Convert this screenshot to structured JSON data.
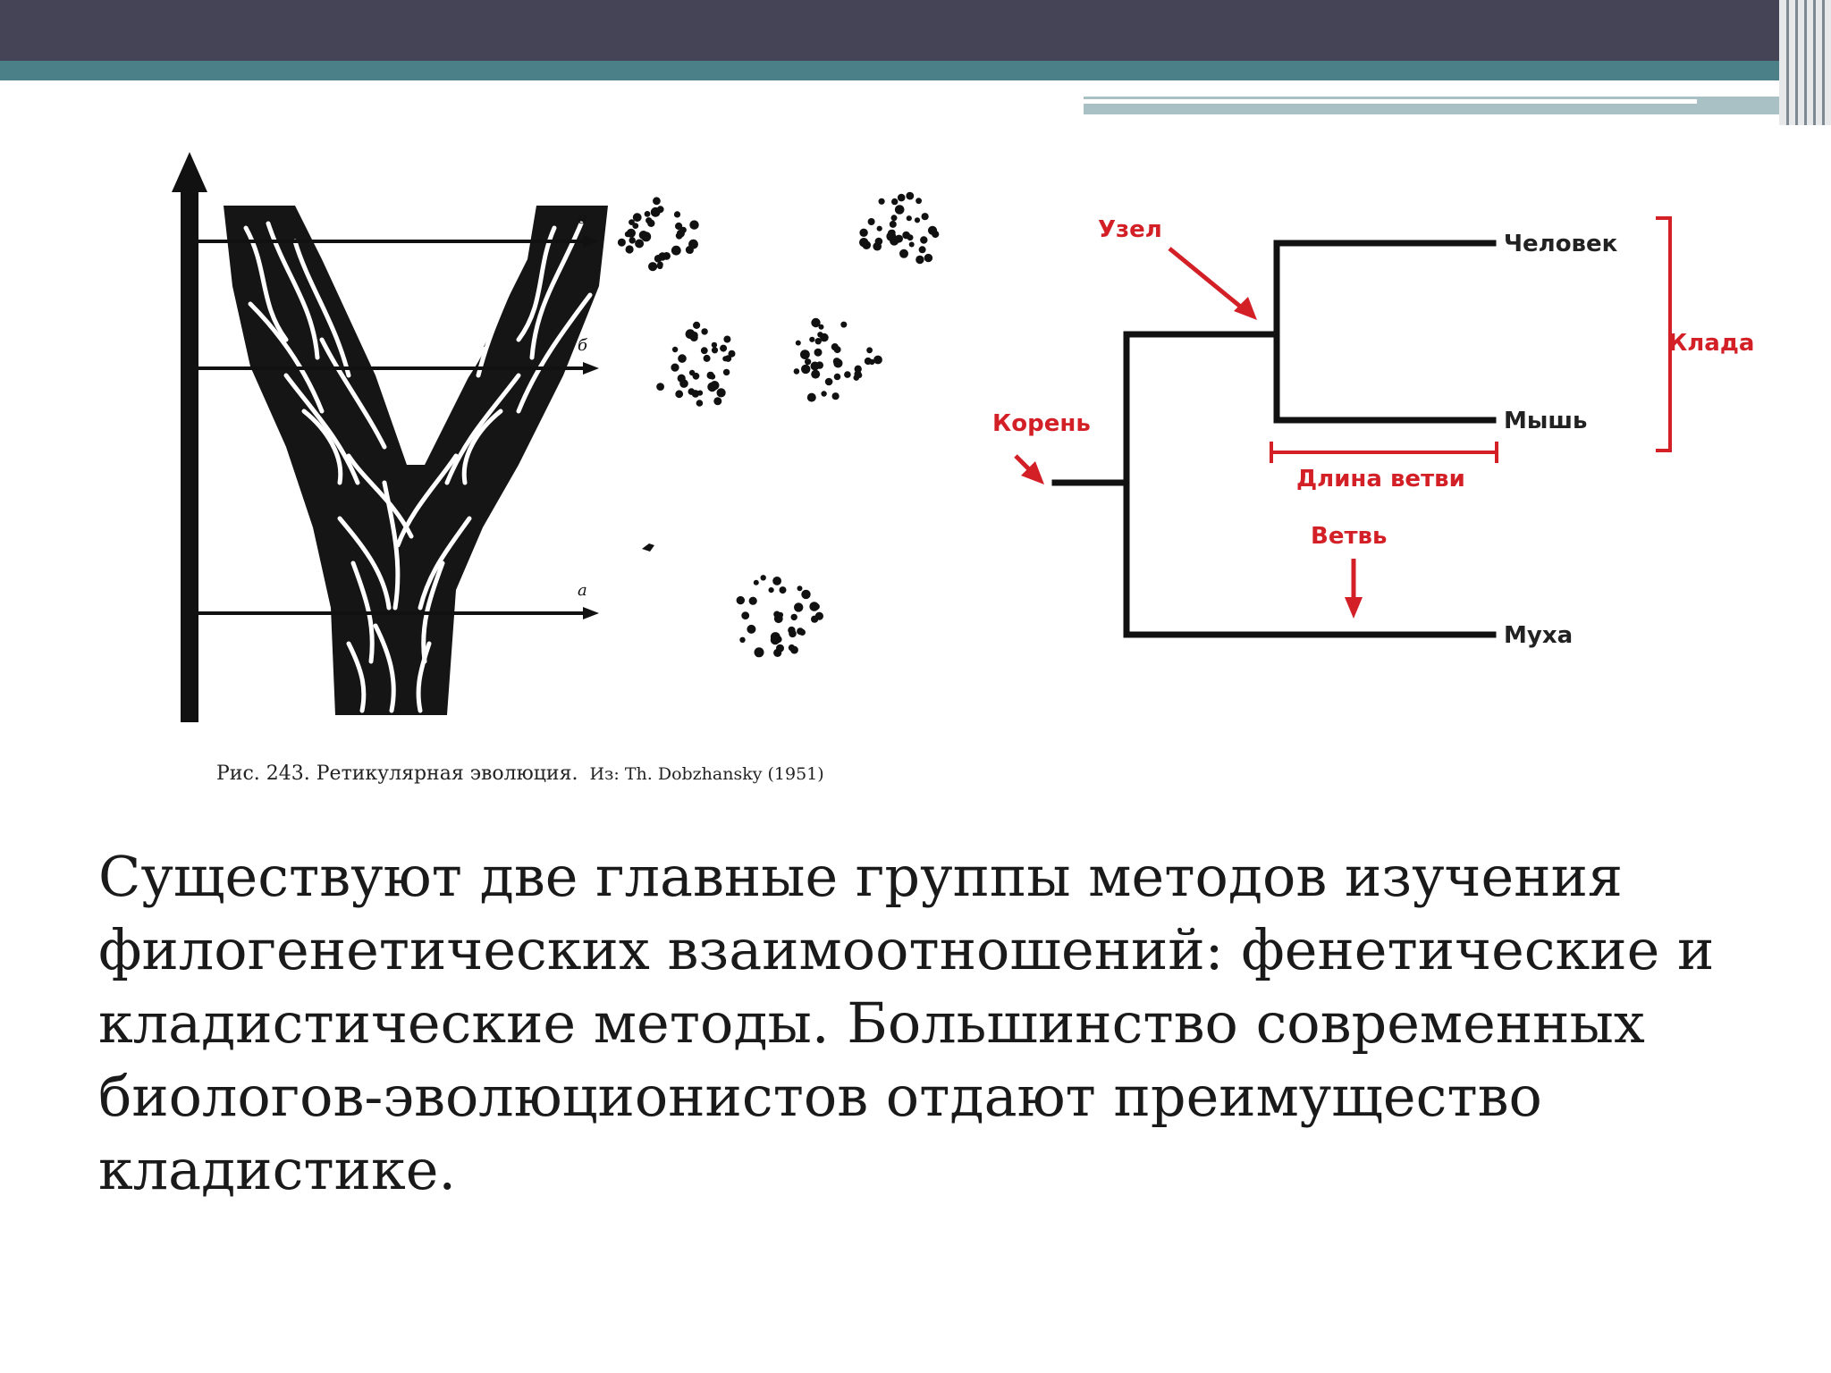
{
  "colors": {
    "header_dark": "#454457",
    "header_teal": "#4b8089",
    "header_light": "#a9c0c4",
    "diagram_red": "#d32027",
    "ink": "#111111"
  },
  "left_figure": {
    "level_labels": [
      "в",
      "б",
      "а"
    ],
    "caption_main": "Рис. 243. Ретикулярная эволюция.",
    "caption_source": "Из: Th. Dobzhansky (1951)"
  },
  "cladogram": {
    "labels": {
      "node": "Узел",
      "root": "Корень",
      "clade": "Клада",
      "branch_length": "Длина ветви",
      "branch": "Ветвь"
    },
    "taxa": [
      "Человек",
      "Мышь",
      "Муха"
    ]
  },
  "body_text": "Существуют две главные группы методов изучения филогенетических взаимоотношений: фенетические и кладистические методы. Большинство современных биологов-эволюционистов отдают преимущество кладистике."
}
